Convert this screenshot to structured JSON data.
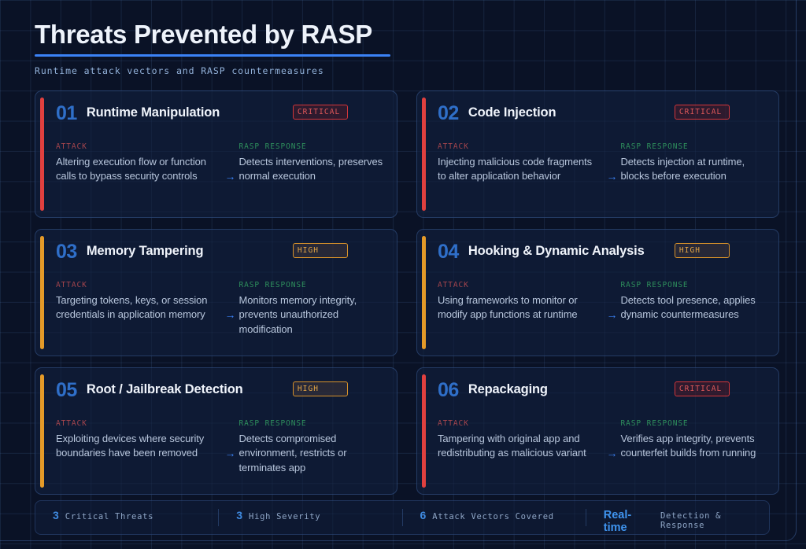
{
  "header": {
    "title": "Threats Prevented by RASP",
    "subtitle": "Runtime attack vectors and RASP countermeasures",
    "accent_color": "#3b82f6"
  },
  "labels": {
    "attack": "ATTACK",
    "response": "RASP RESPONSE",
    "arrow": "→"
  },
  "colors": {
    "critical": "#d4363a",
    "high": "#d8922a",
    "number": "#2f6fc9",
    "attack_label": "#a4454d",
    "response_label": "#2e8f5c",
    "background": "#0a1226"
  },
  "cards": [
    {
      "number": "01",
      "title": "Runtime Manipulation",
      "severity": "CRITICAL",
      "severity_level": "critical",
      "attack": "Altering execution flow or function calls to bypass security controls",
      "response": "Detects interventions, preserves normal execution"
    },
    {
      "number": "02",
      "title": "Code Injection",
      "severity": "CRITICAL",
      "severity_level": "critical",
      "attack": "Injecting malicious code fragments to alter application behavior",
      "response": "Detects injection at runtime, blocks before execution"
    },
    {
      "number": "03",
      "title": "Memory Tampering",
      "severity": "HIGH",
      "severity_level": "high",
      "attack": "Targeting tokens, keys, or session credentials in application memory",
      "response": "Monitors memory integrity, prevents unauthorized modification"
    },
    {
      "number": "04",
      "title": "Hooking & Dynamic Analysis",
      "severity": "HIGH",
      "severity_level": "high",
      "attack": "Using frameworks to monitor or modify app functions at runtime",
      "response": "Detects tool presence, applies dynamic countermeasures"
    },
    {
      "number": "05",
      "title": "Root / Jailbreak Detection",
      "severity": "HIGH",
      "severity_level": "high",
      "attack": "Exploiting devices where security boundaries have been removed",
      "response": "Detects compromised environment, restricts or terminates app"
    },
    {
      "number": "06",
      "title": "Repackaging",
      "severity": "CRITICAL",
      "severity_level": "critical",
      "attack": "Tampering with original app and redistributing as malicious variant",
      "response": "Verifies app integrity, prevents counterfeit builds from running"
    }
  ],
  "footer": {
    "stats": [
      {
        "value": "3",
        "label": "Critical Threats",
        "wide": false
      },
      {
        "value": "3",
        "label": "High Severity",
        "wide": false
      },
      {
        "value": "6",
        "label": "Attack Vectors Covered",
        "wide": false
      },
      {
        "value": "Real-time",
        "label": "Detection & Response",
        "wide": true
      }
    ]
  }
}
